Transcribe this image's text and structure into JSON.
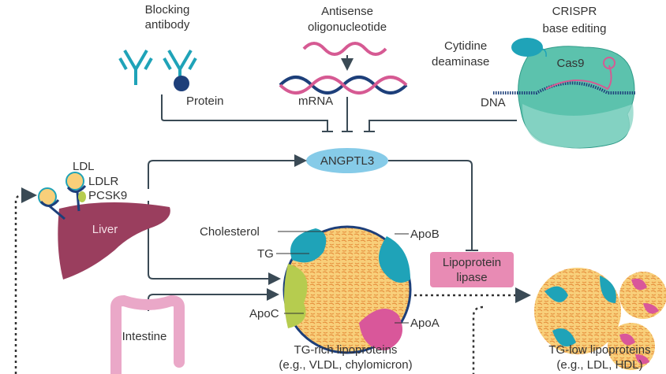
{
  "top": {
    "antibody": {
      "line1": "Blocking",
      "line2": "antibody",
      "protein": "Protein"
    },
    "antisense": {
      "line1": "Antisense",
      "line2": "oligonucleotide",
      "mrna": "mRNA"
    },
    "crispr": {
      "line1": "CRISPR",
      "line2": "base editing",
      "deaminase1": "Cytidine",
      "deaminase2": "deaminase",
      "cas9": "Cas9",
      "dna": "DNA"
    }
  },
  "center": {
    "angptl3": "ANGPTL3",
    "lipase1": "Lipoprotein",
    "lipase2": "lipase"
  },
  "liver": {
    "label": "Liver",
    "ldl": "LDL",
    "ldlr": "LDLR",
    "pcsk9": "PCSK9"
  },
  "intestine": {
    "label": "Intestine"
  },
  "tg_rich": {
    "cholesterol": "Cholesterol",
    "tg": "TG",
    "apob": "ApoB",
    "apoc": "ApoC",
    "apoa": "ApoA",
    "title": "TG-rich lipoproteins",
    "examples": "(e.g., VLDL, chylomicron)"
  },
  "tg_low": {
    "title": "TG-low lipoproteins",
    "examples": "(e.g., LDL, HDL)"
  },
  "colors": {
    "teal": "#1fa3b8",
    "angptl3": "#86cbe8",
    "lipase": "#e88bb4",
    "liver": "#9a3e5e",
    "intestine": "#eaa8c8",
    "tg_core": "#f8cf7a",
    "apoc": "#b6cc4f",
    "apoa": "#d9579a",
    "cas9": "#5cc2ad"
  }
}
